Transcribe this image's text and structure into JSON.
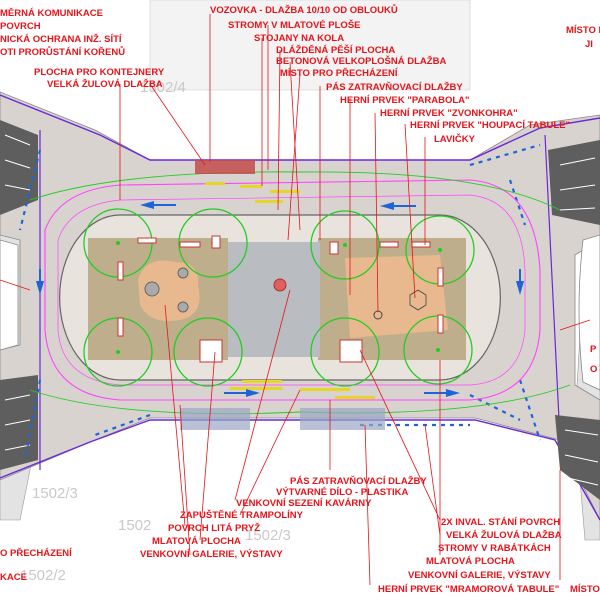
{
  "colors": {
    "label": "#e4141b",
    "paving": "#d9d3cf",
    "center_paving": "#b9bcc0",
    "grass": "#b6a57c",
    "play_surface": "#e8b98e",
    "tree_circle": "#22cc22",
    "boundary": "#6a28d8",
    "road_edge": "#ff44ff",
    "parking_marks": "#1e64d8",
    "bench": "#cc3333",
    "tiles": "#e6d62a"
  },
  "parcels": {
    "p1": "1502/3",
    "p2": "1502/2",
    "p3": "1502/3",
    "p4": "1502/4",
    "p5": "1502"
  },
  "labels": {
    "l01": "MĚRNÁ KOMUNIKACE",
    "l02": "POVRCH",
    "l03": "NICKÁ OCHRANA INŽ. SÍTÍ",
    "l04": "OTI PRORŮSTÁNÍ KOŘENŮ",
    "l05": "PLOCHA PRO KONTEJNERY",
    "l06": "VELKÁ ŽULOVÁ DLAŽBA",
    "l07": "VOZOVKA - DLAŽBA 10/10 OD OBLOUKŮ",
    "l08": "STROMY V MLATOVÉ PLOŠE",
    "l09": "STOJANY NA KOLA",
    "l10": "DLÁŽDĚNÁ PĚŠÍ PLOCHA",
    "l11": "BETONOVÁ VELKOPLOŠNÁ DLAŽBA",
    "l12": "MÍSTO PRO PŘECHÁZENÍ",
    "l13": "PÁS ZATRAVŇOVACÍ DLAŽBY",
    "l14": "HERNÍ PRVEK \"PARABOLA\"",
    "l15": "HERNÍ PRVEK \"ZVONKOHRA\"",
    "l16": "HERNÍ PRVEK \"HOUPACÍ TABULE\"",
    "l17": "LAVIČKY",
    "l18": "MÍSTO P",
    "l19": "JI",
    "l20": "PÁS ZATRAVŇOVACÍ DLAŽBY",
    "l21": "VÝTVARNÉ DÍLO - PLASTIKA",
    "l22": "VENKOVNÍ SEZENÍ KAVÁRNY",
    "l23": "ZAPUŠTĚNÉ TRAMPOLÍNY",
    "l24": "POVRCH LITÁ PRYŽ",
    "l25": "MLATOVÁ PLOCHA",
    "l26": "VENKOVNÍ GALERIE, VÝSTAVY",
    "l27": "2X INVAL. STÁNÍ POVRCH",
    "l28": "VELKÁ ŽULOVÁ DLAŽBA",
    "l29": "STROMY V RABÁTKÁCH",
    "l30": "MLATOVÁ PLOCHA",
    "l31": "VENKOVNÍ GALERIE, VÝSTAVY",
    "l32": "HERNÍ PRVEK \"MRAMOROVÁ TABULE\"",
    "l33": "MÍSTO",
    "l34": "O PŘECHÁZENÍ",
    "l35": "KACE",
    "l36": "P",
    "l37": "O"
  }
}
